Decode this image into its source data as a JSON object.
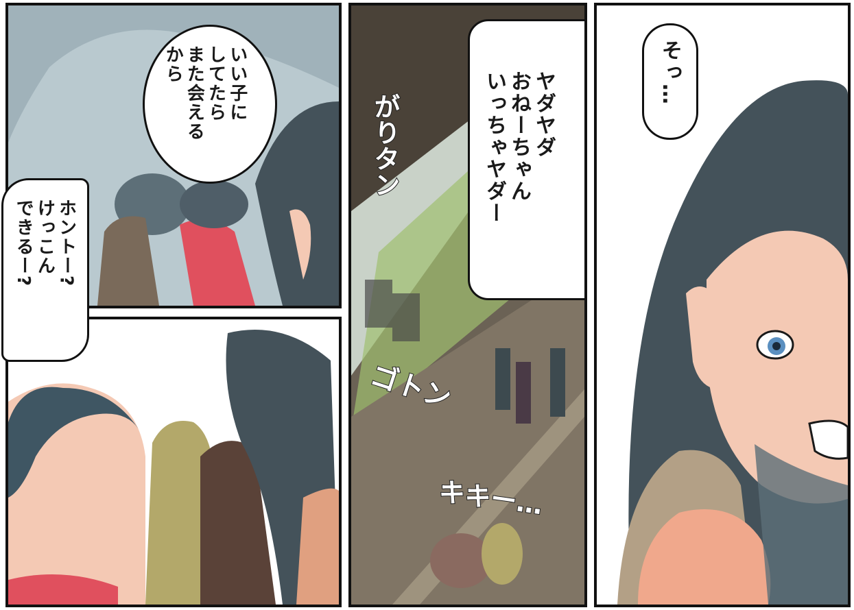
{
  "panel1": {
    "bubble_text": "いい子に\nしてたら\nまた会える\nから"
  },
  "side_bubble": {
    "text": "ホントー?\nけっこん\nできるー?"
  },
  "panel3": {
    "bubble_text": "ヤダヤダ\nおねーちゃん\nいっちゃヤダー",
    "sfx_1": "がりタン",
    "sfx_2": "ゴトン",
    "sfx_3": "キキー…"
  },
  "panel4": {
    "bubble_text": "そっ…"
  },
  "colors": {
    "border": "#111111",
    "sky": "#b9c9cf",
    "shadow": "#5d6f78",
    "skin": "#f4c9b4",
    "red": "#e0505e",
    "train_green": "#9fbf6f",
    "platform": "#6b6255"
  }
}
